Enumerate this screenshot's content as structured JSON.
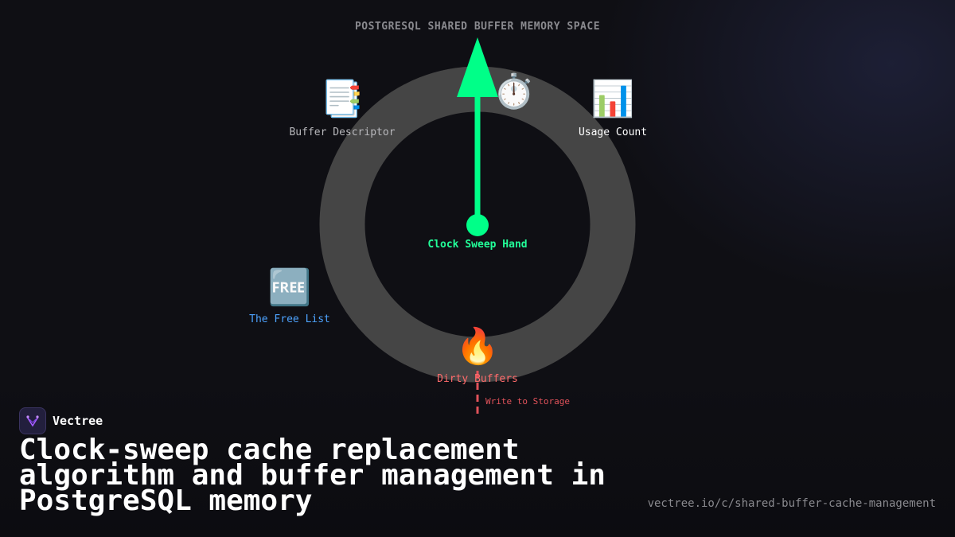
{
  "diagram": {
    "title": "POSTGRESQL SHARED BUFFER MEMORY SPACE",
    "nodes": {
      "buffer_descriptor": {
        "icon": "📑",
        "icon_name": "bookmark-tabs-icon",
        "label": "Buffer Descriptor"
      },
      "usage_count": {
        "icon": "📊",
        "icon_name": "bar-chart-icon",
        "label": "Usage Count"
      },
      "stopwatch": {
        "icon": "⏱️",
        "icon_name": "stopwatch-icon"
      },
      "free_list": {
        "icon": "🆓",
        "icon_name": "free-button-icon",
        "label": "The Free List"
      },
      "dirty_buffers": {
        "icon": "🔥",
        "icon_name": "fire-icon",
        "label": "Dirty Buffers"
      }
    },
    "hand_label": "Clock Sweep Hand",
    "write_label": "Write to Storage",
    "colors": {
      "ring": "#454545",
      "hand": "#00ff88",
      "dirty": "#ff6b6b",
      "free": "#4da3ff",
      "write_line": "#e0525a"
    }
  },
  "brand": {
    "name": "Vectree"
  },
  "headline": "Clock-sweep cache replacement algorithm and buffer management in PostgreSQL memory",
  "url": "vectree.io/c/shared-buffer-cache-management"
}
